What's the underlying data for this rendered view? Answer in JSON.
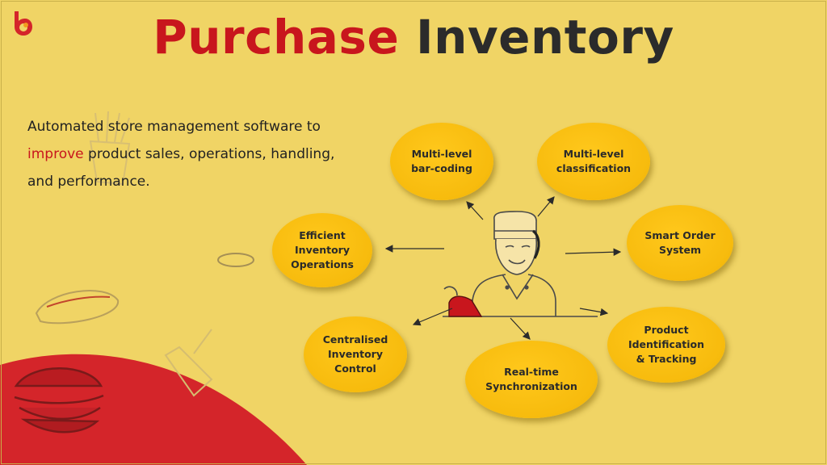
{
  "title": {
    "part1": "Purchase",
    "part2": "Inventory"
  },
  "intro": {
    "line1": "Automated store management software to",
    "highlight": "improve",
    "line2_rest": " product sales, operations, handling,",
    "line3": "and performance."
  },
  "features": [
    {
      "id": "barcoding",
      "label": "Multi-level\nbar-coding"
    },
    {
      "id": "classification",
      "label": "Multi-level\nclassification"
    },
    {
      "id": "efficient-ops",
      "label": "Efficient\nInventory\nOperations"
    },
    {
      "id": "smart-order",
      "label": "Smart Order\nSystem"
    },
    {
      "id": "product-id",
      "label": "Product\nIdentification\n& Tracking"
    },
    {
      "id": "centralised",
      "label": "Centralised\nInventory\nControl"
    },
    {
      "id": "realtime",
      "label": "Real-time\nSynchronization"
    }
  ],
  "colors": {
    "background": "#f0d465",
    "accent_red": "#c8161d",
    "bubble": "#f7bb0d",
    "text": "#2b2b2b"
  },
  "icons": [
    "brand-logo-icon",
    "fries-icon",
    "hotdog-icon",
    "drink-cup-icon",
    "burger-icon",
    "chef-icon",
    "barcode-scanner-icon"
  ]
}
